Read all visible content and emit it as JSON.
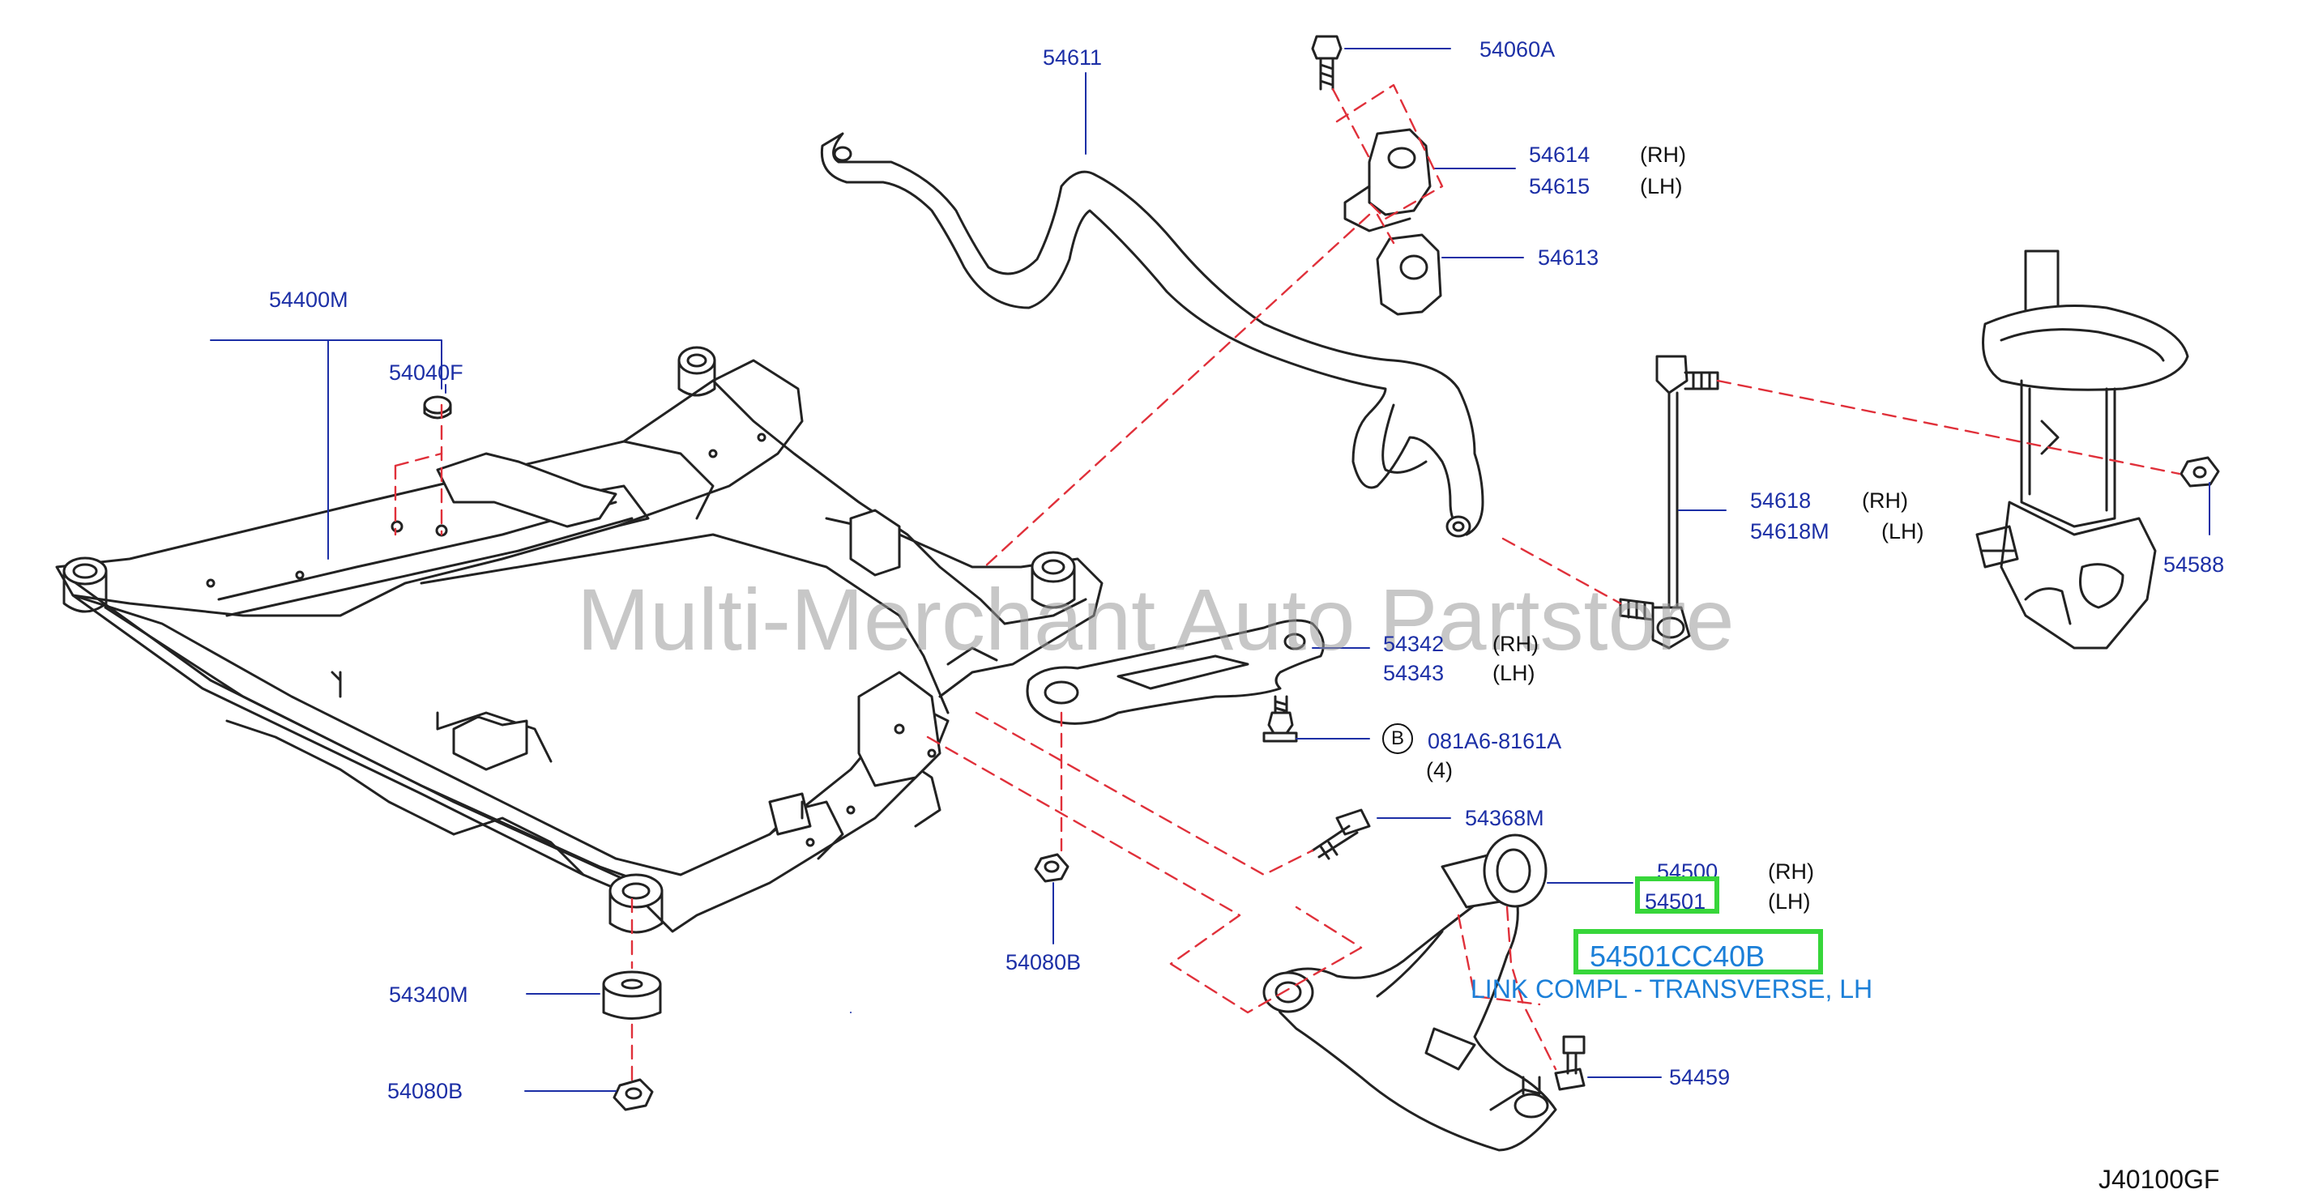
{
  "watermark": "Multi-Merchant Auto Partstore",
  "diagram_code": "J40100GF",
  "callouts": [
    {
      "id": "54611",
      "text": "54611"
    },
    {
      "id": "54060A",
      "text": "54060A"
    },
    {
      "id": "54614",
      "text": "54614",
      "side": "(RH)"
    },
    {
      "id": "54615",
      "text": "54615",
      "side": "(LH)"
    },
    {
      "id": "54613",
      "text": "54613"
    },
    {
      "id": "54400M",
      "text": "54400M"
    },
    {
      "id": "54040F",
      "text": "54040F"
    },
    {
      "id": "54618",
      "text": "54618",
      "side": "(RH)"
    },
    {
      "id": "54618M",
      "text": "54618M",
      "side": "(LH)"
    },
    {
      "id": "54588",
      "text": "54588"
    },
    {
      "id": "54342",
      "text": "54342",
      "side": "(RH)"
    },
    {
      "id": "54343",
      "text": "54343",
      "side": "(LH)"
    },
    {
      "id": "081A6-8161A",
      "text": "081A6-8161A",
      "qty": "(4)",
      "marker": "B"
    },
    {
      "id": "54368M",
      "text": "54368M"
    },
    {
      "id": "54500",
      "text": "54500",
      "side": "(RH)"
    },
    {
      "id": "54501",
      "text": "54501",
      "side": "(LH)"
    },
    {
      "id": "54080B-center",
      "text": "54080B"
    },
    {
      "id": "54340M",
      "text": "54340M"
    },
    {
      "id": "54080B-bottom",
      "text": "54080B"
    },
    {
      "id": "54459",
      "text": "54459"
    }
  ],
  "highlight": {
    "part_number": "54501CC40B",
    "description": "LINK COMPL - TRANSVERSE, LH"
  },
  "colors": {
    "label_blue": "#1c2fa6",
    "highlight_green": "#37d63a",
    "description_blue": "#1b7fd8",
    "guide_red": "#e0303a",
    "line_art": "#222222"
  }
}
